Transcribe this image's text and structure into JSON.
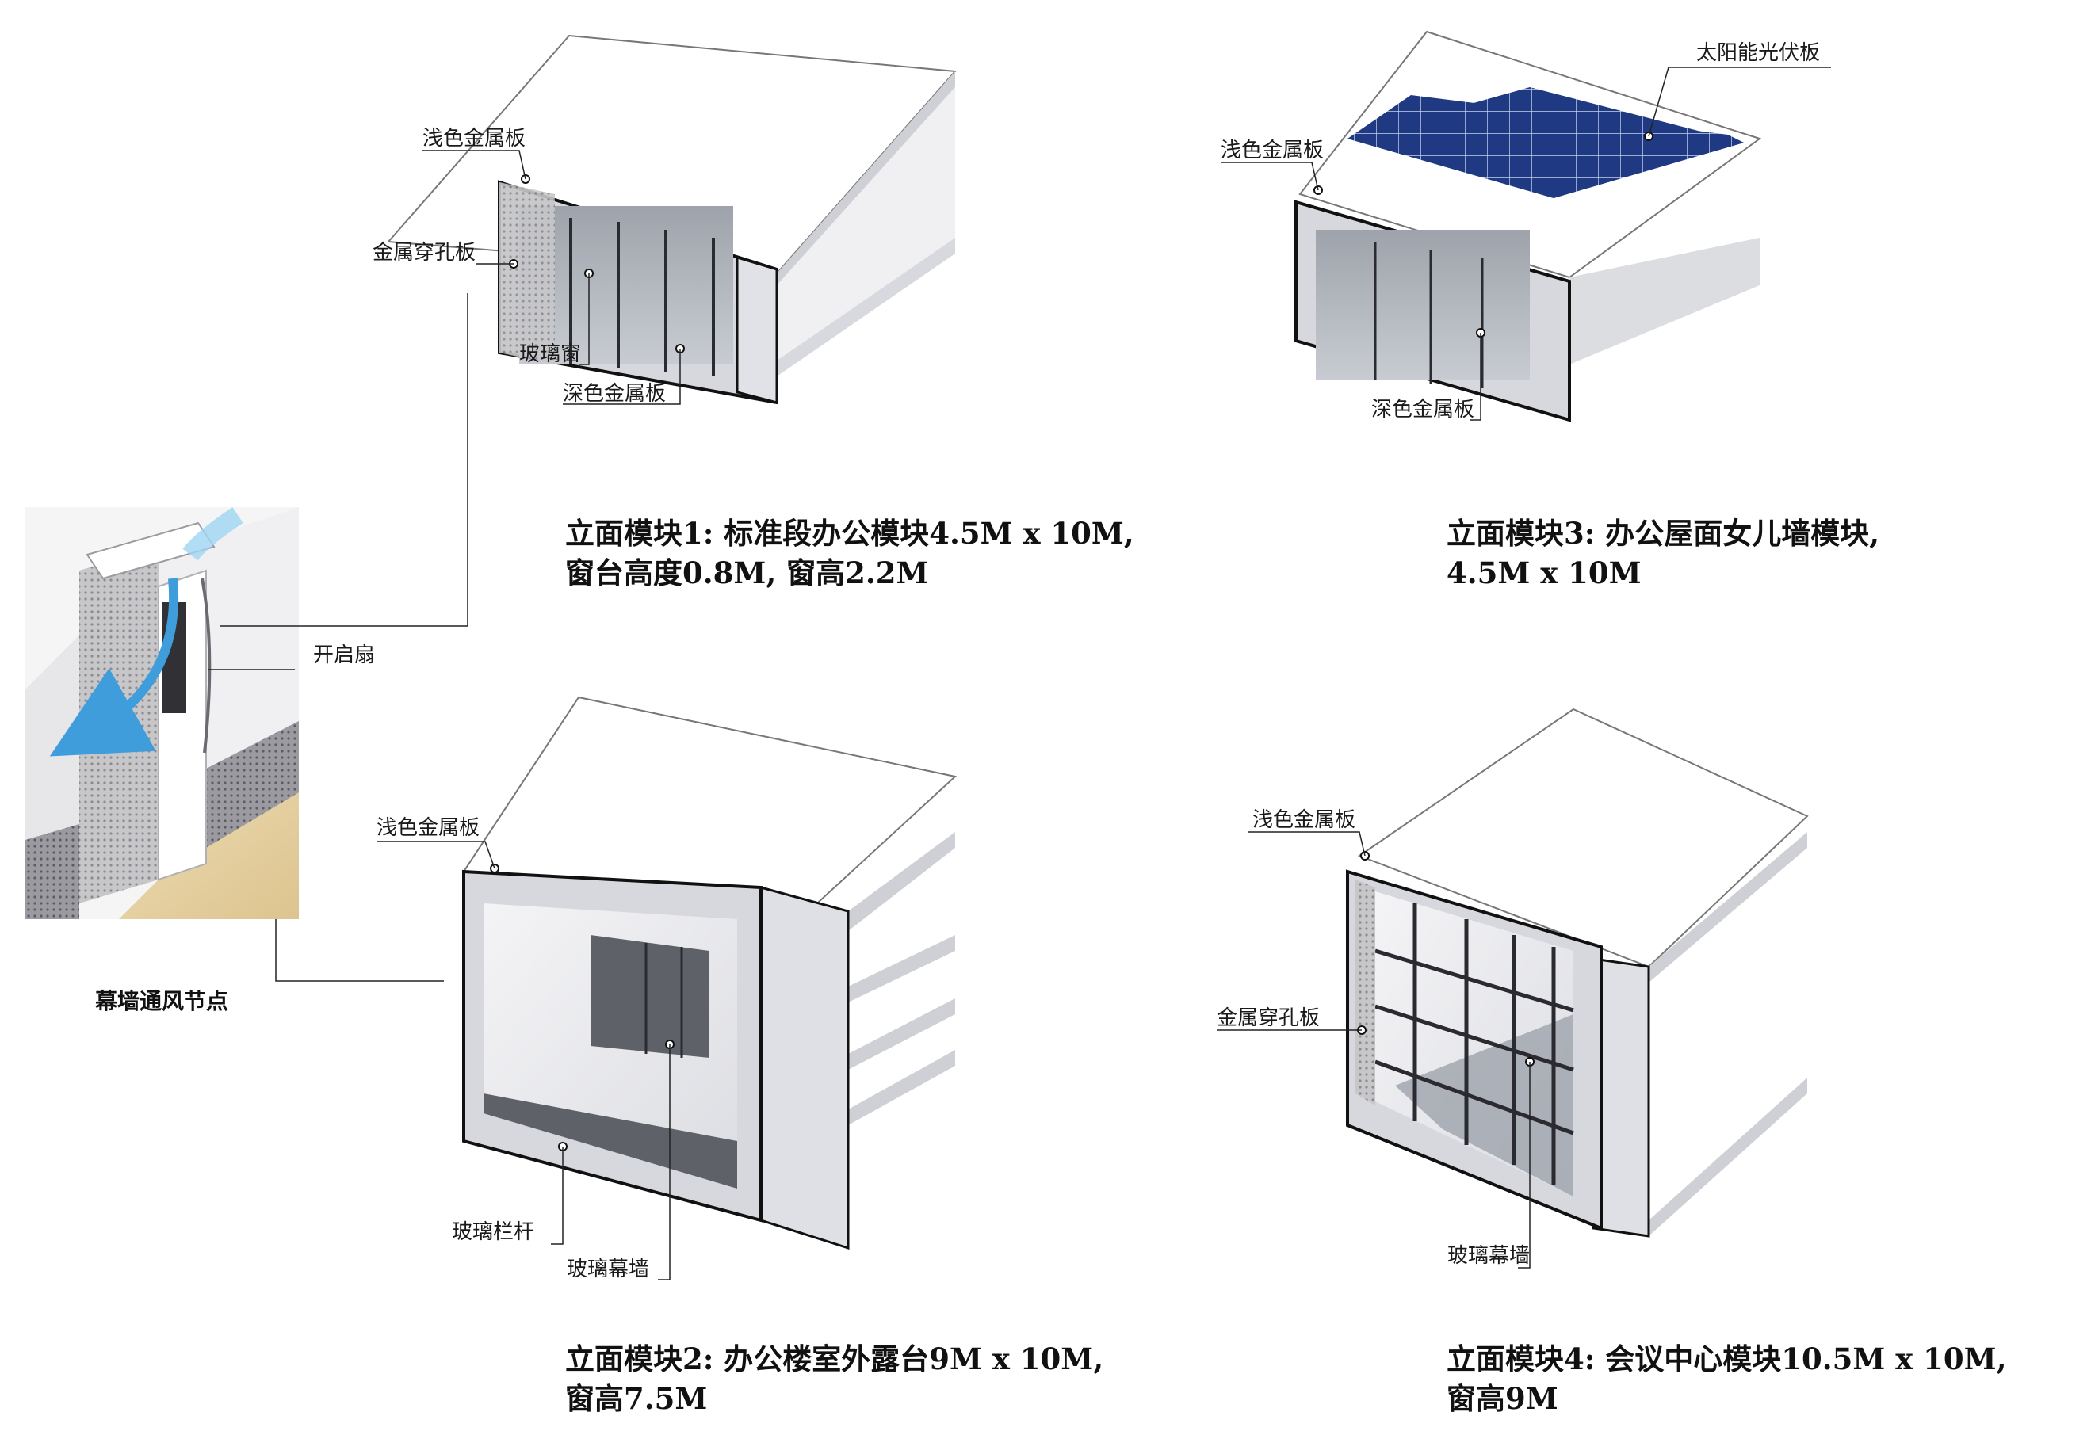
{
  "detail": {
    "title": "幕墙通风节点",
    "label_open_sash": "开启扇"
  },
  "module1": {
    "labels": {
      "light_panel": "浅色金属板",
      "perforated": "金属穿孔板",
      "glass_window": "玻璃窗",
      "dark_panel": "深色金属板"
    },
    "caption_line1": "立面模块1: 标准段办公模块4.5M x 10M,",
    "caption_line2": "窗台高度0.8M, 窗高2.2M"
  },
  "module3": {
    "labels": {
      "solar": "太阳能光伏板",
      "light_panel": "浅色金属板",
      "dark_panel": "深色金属板"
    },
    "caption_line1": "立面模块3: 办公屋面女儿墙模块,",
    "caption_line2": "4.5M x 10M"
  },
  "module2": {
    "labels": {
      "light_panel": "浅色金属板",
      "glass_rail": "玻璃栏杆",
      "curtain_wall": "玻璃幕墙"
    },
    "caption_line1": "立面模块2: 办公楼室外露台9M x 10M,",
    "caption_line2": "窗高7.5M"
  },
  "module4": {
    "labels": {
      "light_panel": "浅色金属板",
      "perforated": "金属穿孔板",
      "curtain_wall": "玻璃幕墙"
    },
    "caption_line1": "立面模块4: 会议中心模块10.5M x 10M,",
    "caption_line2": "窗高9M"
  },
  "colors": {
    "light_metal": "#e4e5ea",
    "dark_metal": "#b8bac2",
    "outline": "#111111",
    "solar_panel": "#1f3a82",
    "airflow_arrow": "#3f9ddc",
    "floor_wood": "#e8d6ae"
  }
}
